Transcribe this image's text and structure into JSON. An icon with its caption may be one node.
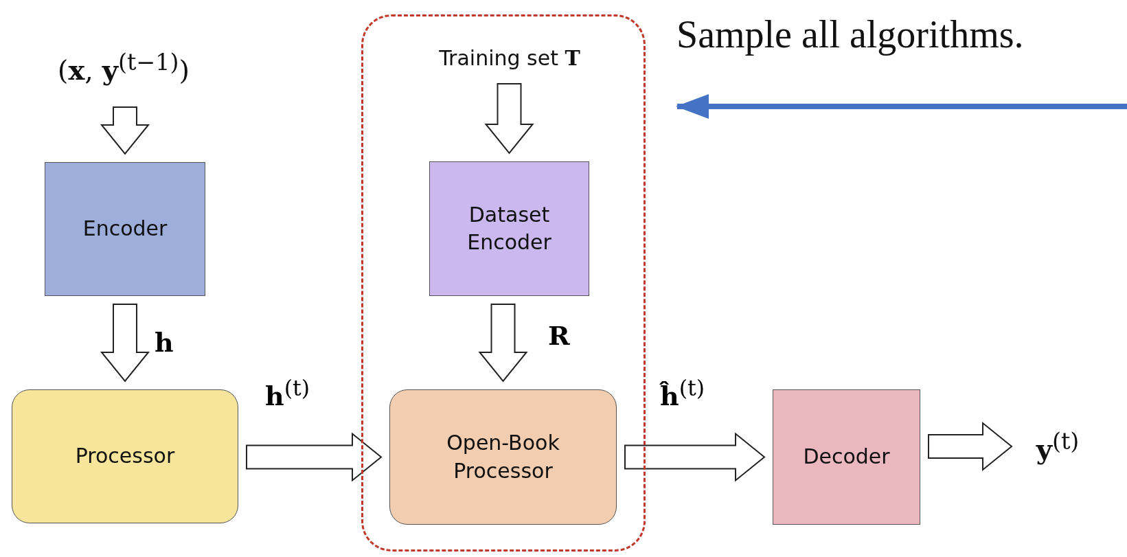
{
  "diagram": {
    "nodes": [
      {
        "text": [
          "(**x**, **y**$^{(t−1)}$)"
        ]
      },
      {
        "text": [
          "Encoder"
        ]
      },
      {
        "text": [
          "Processor"
        ]
      },
      {
        "text": [],
        "shape": "box"
      },
      {
        "text": [
          "Training set **T**"
        ],
        "in": 3
      },
      {
        "text": [
          "Dataset Encoder"
        ],
        "in": 3
      },
      {
        "text": [
          "Open-Book Processor"
        ],
        "in": 3
      },
      {
        "text": [
          "Decoder"
        ]
      },
      {
        "text": [
          "**y**$^{(t)}$"
        ]
      }
    ],
    "edges": [
      {
        "from": 0,
        "to": 1,
        "arrow": "to"
      },
      {
        "from": 1,
        "to": 2,
        "arrow": "to",
        "label": "**h**"
      },
      {
        "from": 2,
        "to": 6,
        "arrow": "to",
        "label": "**h**$^{(t)}$"
      },
      {
        "from": 4,
        "to": 5,
        "arrow": "to"
      },
      {
        "from": 5,
        "to": 6,
        "arrow": "to",
        "label": "**R**"
      },
      {
        "from": 6,
        "to": 7,
        "arrow": "to",
        "label": "**ĥ**$^{(t)}$"
      },
      {
        "from": 7,
        "to": 8,
        "arrow": "to"
      },
      {
        "from": null,
        "to": 3,
        "arrow": "to",
        "color": "#4472c4"
      }
    ],
    "labels": [
      "Sample all algorithms."
    ]
  }
}
